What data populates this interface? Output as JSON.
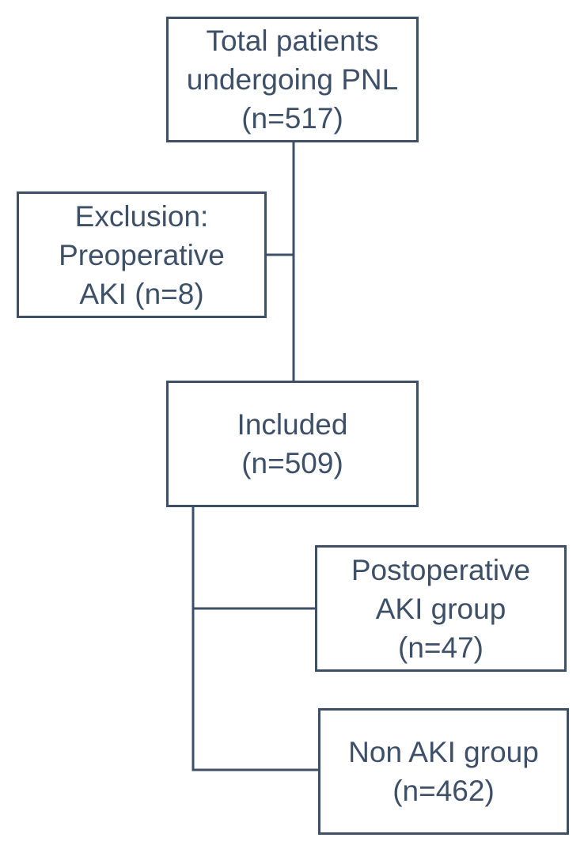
{
  "nodes": {
    "total": {
      "lines": [
        "Total patients",
        "undergoing PNL",
        "(n=517)"
      ]
    },
    "exclusion": {
      "lines": [
        "Exclusion:",
        "Preoperative",
        "AKI (n=8)"
      ]
    },
    "included": {
      "lines": [
        "Included",
        "(n=509)"
      ]
    },
    "postoperative_aki": {
      "lines": [
        "Postoperative",
        "AKI group",
        "(n=47)"
      ]
    },
    "non_aki": {
      "lines": [
        "Non AKI group",
        "(n=462)"
      ]
    }
  },
  "edges": [
    {
      "from": "total",
      "to": "exclusion"
    },
    {
      "from": "total",
      "to": "included"
    },
    {
      "from": "included",
      "to": "postoperative_aki"
    },
    {
      "from": "included",
      "to": "non_aki"
    }
  ],
  "colors": {
    "line": "#3d5068",
    "text": "#3d5068",
    "background": "#ffffff"
  }
}
